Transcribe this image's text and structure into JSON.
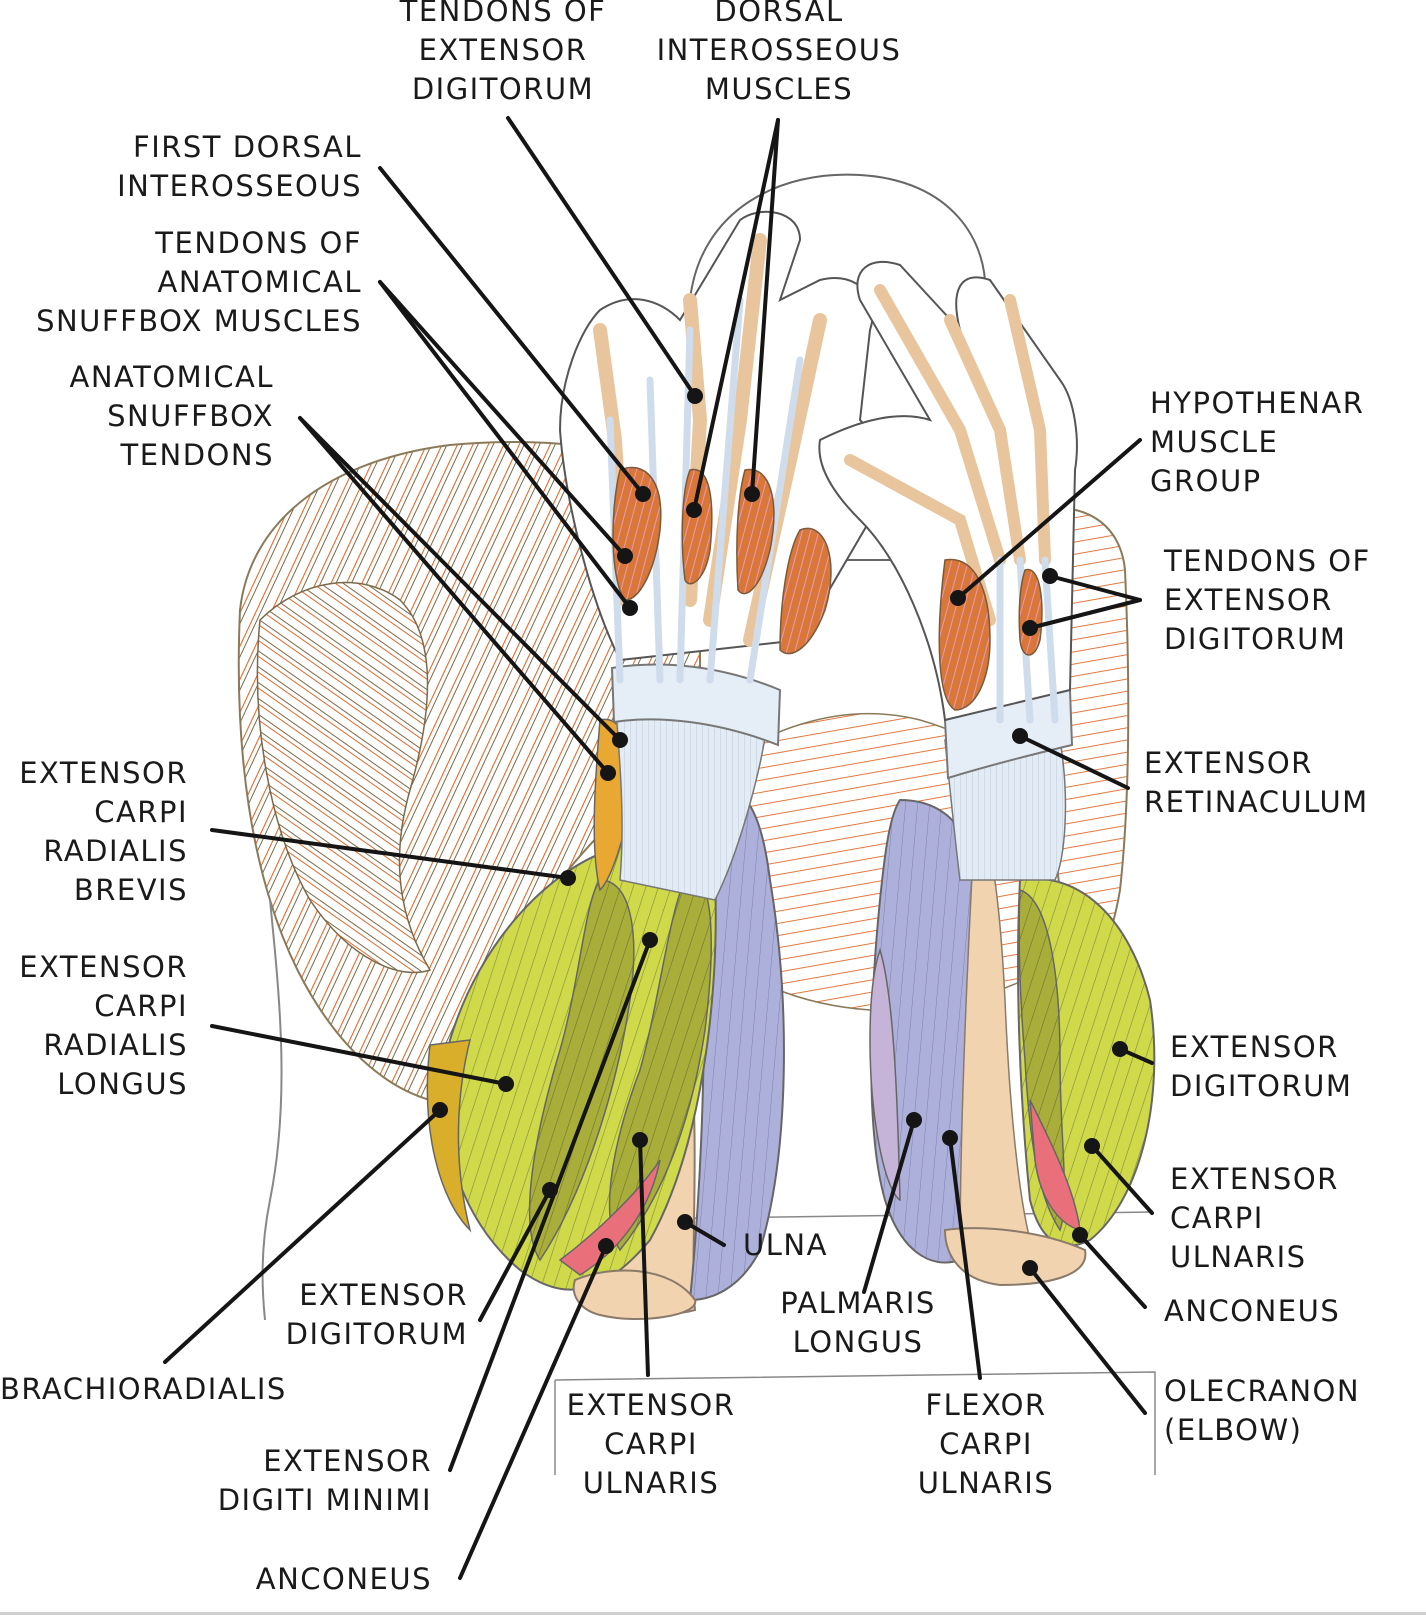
{
  "diagram": {
    "subject": "Posterior forearm and hand muscles (arms raised behind head)",
    "colors": {
      "muscle_red": "#d9773a",
      "muscle_fiber_line": "#e06a2a",
      "extensor_green_light": "#cfd94a",
      "extensor_green_dark": "#a9ae3a",
      "flexor_lavender": "#aeb0dc",
      "palmaris_lilac": "#c6b4d8",
      "bone": "#f1d3b0",
      "tendon": "#dfe9f3",
      "anconeus_pink": "#e9707a",
      "brachioradialis_gold": "#d9ae2a",
      "snuffbox_orange": "#e8a832",
      "outline": "#555555",
      "leader": "#151515"
    }
  },
  "labels": {
    "tendons_extensor_digitorum_top": [
      "TENDONS OF",
      "EXTENSOR",
      "DIGITORUM"
    ],
    "dorsal_interosseous": [
      "DORSAL",
      "INTEROSSEOUS",
      "MUSCLES"
    ],
    "first_dorsal_interosseous": [
      "FIRST DORSAL",
      "INTEROSSEOUS"
    ],
    "tendons_snuffbox_muscles": [
      "TENDONS OF",
      "ANATOMICAL",
      "SNUFFBOX MUSCLES"
    ],
    "snuffbox_tendons": [
      "ANATOMICAL",
      "SNUFFBOX",
      "TENDONS"
    ],
    "hypothenar": [
      "HYPOTHENAR",
      "MUSCLE",
      "GROUP"
    ],
    "tendons_extensor_digitorum_right": [
      "TENDONS OF",
      "EXTENSOR",
      "DIGITORUM"
    ],
    "extensor_retinaculum": [
      "EXTENSOR",
      "RETINACULUM"
    ],
    "ecr_brevis": [
      "EXTENSOR",
      "CARPI",
      "RADIALIS",
      "BREVIS"
    ],
    "ecr_longus": [
      "EXTENSOR",
      "CARPI",
      "RADIALIS",
      "LONGUS"
    ],
    "extensor_digitorum_right": [
      "EXTENSOR",
      "DIGITORUM"
    ],
    "ecu_right": [
      "EXTENSOR",
      "CARPI",
      "ULNARIS"
    ],
    "anconeus_right": [
      "ANCONEUS"
    ],
    "olecranon": [
      "OLECRANON",
      "(ELBOW)"
    ],
    "ulna": [
      "ULNA"
    ],
    "palmaris_longus": [
      "PALMARIS",
      "LONGUS"
    ],
    "extensor_digitorum_left": [
      "EXTENSOR",
      "DIGITORUM"
    ],
    "brachioradialis": [
      "BRACHIORADIALIS"
    ],
    "ecu_left": [
      "EXTENSOR",
      "CARPI",
      "ULNARIS"
    ],
    "fcu": [
      "FLEXOR",
      "CARPI",
      "ULNARIS"
    ],
    "extensor_digiti_minimi": [
      "EXTENSOR",
      "DIGITI MINIMI"
    ],
    "anconeus_left": [
      "ANCONEUS"
    ]
  }
}
